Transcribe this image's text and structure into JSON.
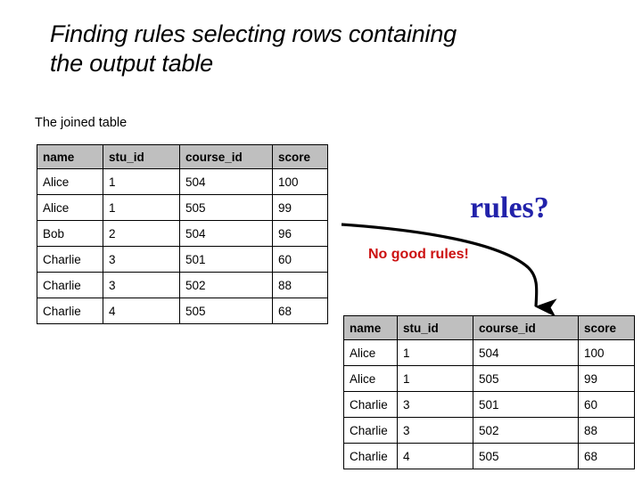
{
  "slide": {
    "title": "Finding rules selecting rows containing\nthe output table"
  },
  "joined_section": {
    "caption": "The joined table",
    "columns": [
      "name",
      "stu_id",
      "course_id",
      "score"
    ],
    "rows": [
      [
        "Alice",
        "1",
        "504",
        "100"
      ],
      [
        "Alice",
        "1",
        "505",
        "99"
      ],
      [
        "Bob",
        "2",
        "504",
        "96"
      ],
      [
        "Charlie",
        "3",
        "501",
        "60"
      ],
      [
        "Charlie",
        "3",
        "502",
        "88"
      ],
      [
        "Charlie",
        "4",
        "505",
        "68"
      ]
    ]
  },
  "output_section": {
    "columns": [
      "name",
      "stu_id",
      "course_id",
      "score"
    ],
    "rows": [
      [
        "Alice",
        "1",
        "504",
        "100"
      ],
      [
        "Alice",
        "1",
        "505",
        "99"
      ],
      [
        "Charlie",
        "3",
        "501",
        "60"
      ],
      [
        "Charlie",
        "3",
        "502",
        "88"
      ],
      [
        "Charlie",
        "4",
        "505",
        "68"
      ]
    ]
  },
  "annotations": {
    "rules_question": "rules?",
    "no_good_rules": "No good rules!",
    "rules_question_color": "#2222AA",
    "no_good_rules_color": "#CC1111",
    "arrow_color": "#000000"
  },
  "palette": {
    "background": "#FFFFFF",
    "text": "#000000",
    "table_header_fill": "#BFBFBF",
    "table_border": "#000000"
  }
}
